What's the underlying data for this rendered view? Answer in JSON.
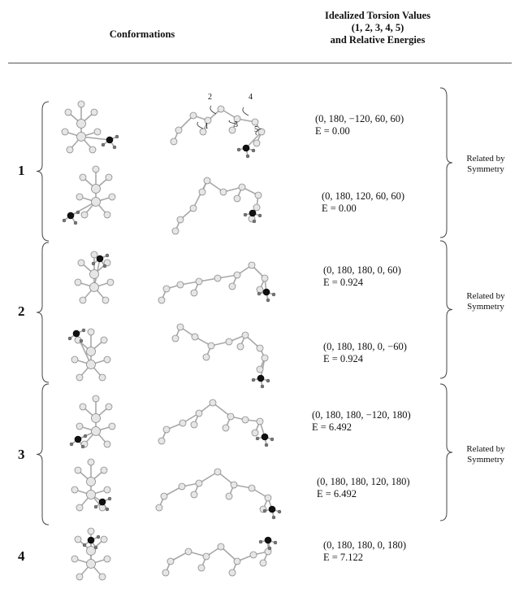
{
  "header": {
    "conformations": "Conformations",
    "torsion_line1": "Idealized Torsion Values",
    "torsion_line2": "(1, 2, 3, 4, 5)",
    "torsion_line3": "and Relative Energies"
  },
  "groups": [
    {
      "label": "1"
    },
    {
      "label": "2"
    },
    {
      "label": "3"
    },
    {
      "label": "4"
    }
  ],
  "rows": [
    {
      "torsions": "(0, 180, −120, 60, 60)",
      "energy": "E = 0.00"
    },
    {
      "torsions": "(0, 180, 120, 60, 60)",
      "energy": "E = 0.00"
    },
    {
      "torsions": "(0, 180, 180, 0, 60)",
      "energy": "E = 0.924"
    },
    {
      "torsions": "(0, 180, 180, 0, −60)",
      "energy": "E = 0.924"
    },
    {
      "torsions": "(0, 180, 180, −120, 180)",
      "energy": "E = 6.492"
    },
    {
      "torsions": "(0, 180, 180, 120, 180)",
      "energy": "E = 6.492"
    },
    {
      "torsions": "(0, 180, 180, 0, 180)",
      "energy": "E = 7.122"
    }
  ],
  "related": [
    {
      "line1": "Related by",
      "line2": "Symmetry"
    },
    {
      "line1": "Related by",
      "line2": "Symmetry"
    },
    {
      "line1": "Related by",
      "line2": "Symmetry"
    }
  ],
  "torsion_markers": [
    "1",
    "2",
    "3",
    "4",
    "5"
  ],
  "colors": {
    "atom_fill": "#e6e6e6",
    "atom_stroke": "#8a8a8a",
    "bond": "#a8a8a8",
    "heavy_atom": "#111111"
  }
}
